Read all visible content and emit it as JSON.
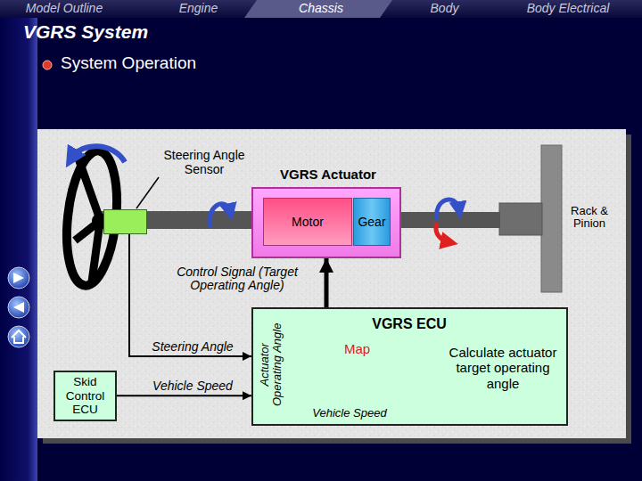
{
  "diagram": {
    "title": "VGRS System",
    "nodes": [
      {
        "text": [
          "Steering Angle Sensor"
        ]
      },
      {
        "text": [
          "VGRS Actuator"
        ]
      },
      {
        "text": [
          "Motor"
        ],
        "in": 1
      },
      {
        "text": [
          "Gear"
        ],
        "in": 1
      },
      {
        "text": [
          "VGRS ECU",
          "Calculate actuator target operating angle"
        ]
      },
      {
        "text": [
          "Skid Control ECU"
        ]
      }
    ],
    "edges": [
      {
        "from": 0,
        "to": 4,
        "arrow": "to",
        "label": "Steering Angle"
      },
      {
        "from": 5,
        "to": 4,
        "arrow": "to",
        "label": "Vehicle Speed"
      },
      {
        "from": 4,
        "to": 1,
        "arrow": "to",
        "label": "Control Signal (Target Operating Angle)"
      }
    ],
    "labels": [
      "Model Outline",
      "Engine",
      "Chassis",
      "Body",
      "Body Electrical",
      "System Operation",
      "Rack & Pinion",
      "Actuator Operating Angle",
      "Map",
      "Vehicle Speed"
    ]
  }
}
